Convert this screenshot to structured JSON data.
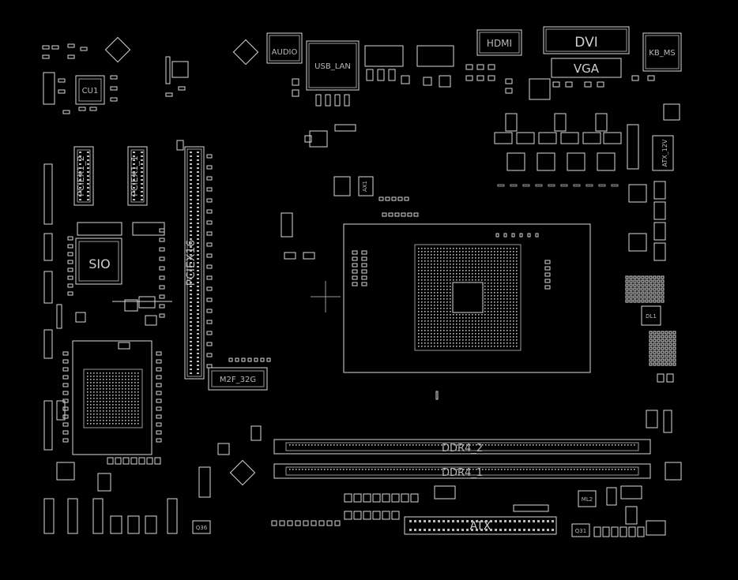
{
  "labels": {
    "cu1": "CU1",
    "audio": "AUDIO",
    "usb_lan": "USB_LAN",
    "hdmi": "HDMI",
    "dvi": "DVI",
    "vga": "VGA",
    "kb_ms": "KB_MS",
    "pciex1_2": "PCIEX1_2",
    "pciex1_1": "PCIEX1_1",
    "pciex16": "PCIEX16",
    "sio": "SIO",
    "m2f": "M2F_32G",
    "ddr4_2": "DDR4_2",
    "ddr4_1": "DDR4_1",
    "atx": "ATX",
    "atx_12v": "ATX_12V",
    "q36": "Q36",
    "q31": "Q31",
    "ml2": "ML2",
    "ax1": "AX1",
    "dl1": "DL1"
  },
  "colors": {
    "background": "#000000",
    "outline": "#d8d8d8",
    "label": "#b8b8b8"
  }
}
